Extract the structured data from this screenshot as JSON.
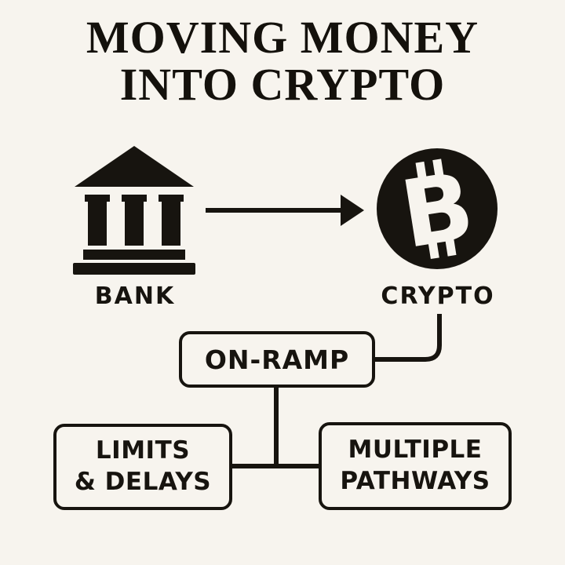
{
  "title": {
    "line1": "MOVING MONEY",
    "line2": "INTO CRYPTO"
  },
  "nodes": {
    "bank": {
      "label": "BANK",
      "icon": "bank-building-icon"
    },
    "crypto": {
      "label": "CRYPTO",
      "icon": "bitcoin-icon",
      "symbol": "B"
    },
    "onramp": {
      "label": "ON-RAMP"
    },
    "limits": {
      "line1": "LIMITS",
      "line2": "& DELAYS"
    },
    "pathways": {
      "line1": "MULTIPLE",
      "line2": "PATHWAYS"
    }
  },
  "connections": [
    {
      "from": "bank",
      "to": "crypto",
      "style": "arrow"
    },
    {
      "from": "crypto",
      "to": "onramp",
      "style": "elbow"
    },
    {
      "from": "onramp",
      "to": "limits",
      "style": "tee"
    },
    {
      "from": "onramp",
      "to": "pathways",
      "style": "tee"
    }
  ],
  "colors": {
    "background": "#f7f4ee",
    "ink": "#17140f",
    "coin_fill": "#17140f",
    "coin_symbol": "#f7f4ee"
  }
}
